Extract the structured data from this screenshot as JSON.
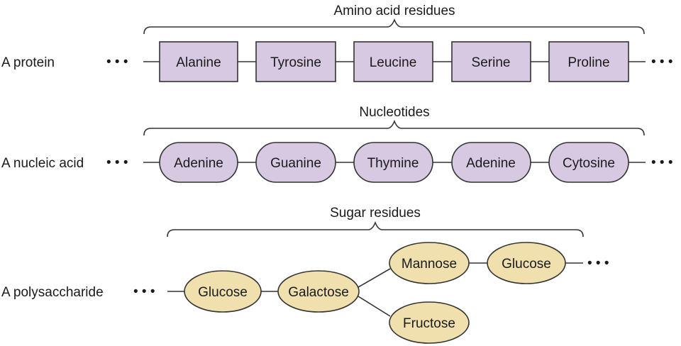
{
  "colors": {
    "residue_fill": "#d8c9e3",
    "sugar_fill": "#f0e0ad",
    "stroke": "#333333"
  },
  "protein": {
    "row_label": "A protein",
    "bracket_label": "Amino acid residues",
    "units": [
      "Alanine",
      "Tyrosine",
      "Leucine",
      "Serine",
      "Proline"
    ]
  },
  "nucleic_acid": {
    "row_label": "A nucleic acid",
    "bracket_label": "Nucleotides",
    "units": [
      "Adenine",
      "Guanine",
      "Thymine",
      "Adenine",
      "Cytosine"
    ]
  },
  "polysaccharide": {
    "row_label": "A polysaccharide",
    "bracket_label": "Sugar residues",
    "units": [
      "Glucose",
      "Galactose",
      "Mannose",
      "Glucose",
      "Fructose"
    ]
  },
  "continuation_symbol": "• • •"
}
